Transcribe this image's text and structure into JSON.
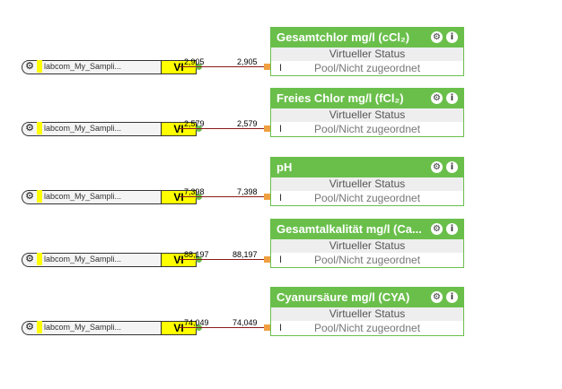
{
  "rows": [
    {
      "source_label": "labcom_My_Sampli...",
      "source_type": "VI",
      "value_out": "2,905",
      "value_in": "2,905",
      "node_title": "Gesamtchlor mg/l (cCl₂)",
      "node_subtitle": "Virtueller Status",
      "input_letter": "I",
      "input_text": "Pool/Nicht zugeordnet"
    },
    {
      "source_label": "labcom_My_Sampli...",
      "source_type": "VI",
      "value_out": "2,579",
      "value_in": "2,579",
      "node_title": "Freies Chlor mg/l (fCl₂)",
      "node_subtitle": "Virtueller Status",
      "input_letter": "I",
      "input_text": "Pool/Nicht zugeordnet"
    },
    {
      "source_label": "labcom_My_Sampli...",
      "source_type": "VI",
      "value_out": "7,398",
      "value_in": "7,398",
      "node_title": "pH",
      "node_subtitle": "Virtueller Status",
      "input_letter": "I",
      "input_text": "Pool/Nicht zugeordnet"
    },
    {
      "source_label": "labcom_My_Sampli...",
      "source_type": "VI",
      "value_out": "88,197",
      "value_in": "88,197",
      "node_title": "Gesamtalkalität mg/l (Ca...",
      "node_subtitle": "Virtueller Status",
      "input_letter": "I",
      "input_text": "Pool/Nicht zugeordnet"
    },
    {
      "source_label": "labcom_My_Sampli...",
      "source_type": "VI",
      "value_out": "74,049",
      "value_in": "74,049",
      "node_title": "Cyanursäure mg/l (CYA)",
      "node_subtitle": "Virtueller Status",
      "input_letter": "I",
      "input_text": "Pool/Nicht zugeordnet"
    }
  ],
  "icons": {
    "gear": "gear-icon",
    "info": "info-icon"
  },
  "colors": {
    "node_green": "#6abf4b",
    "vi_yellow": "#ffff00",
    "link_red": "#8b1a1a",
    "arrow_orange": "#f0a040"
  }
}
